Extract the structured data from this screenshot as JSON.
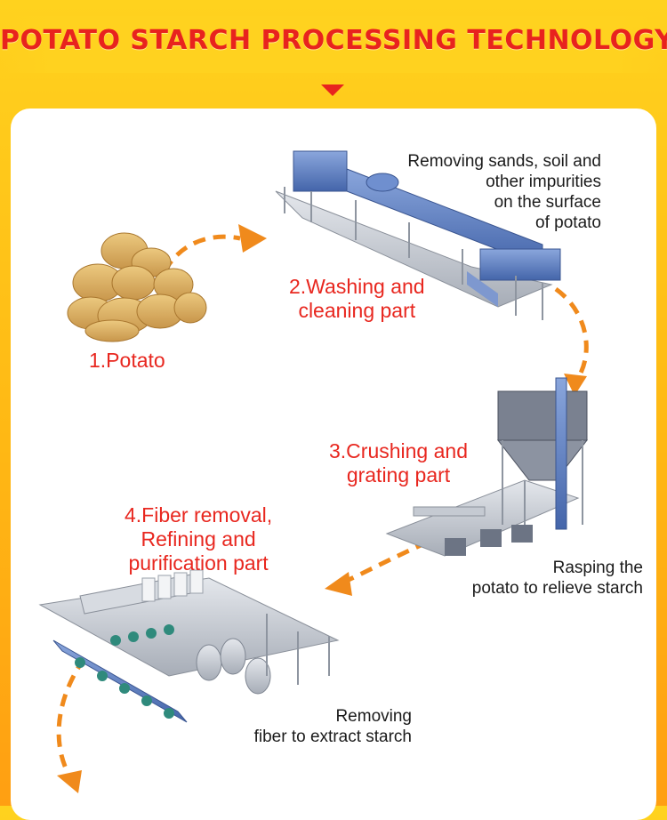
{
  "title": "POTATO STARCH PROCESSING TECHNOLOGY",
  "colors": {
    "accent": "#e8231e",
    "arrow": "#f08a1c",
    "steel_blue": "#5b7fc6",
    "potato": "#d6a85a"
  },
  "steps": [
    {
      "label": "1.Potato",
      "description": "",
      "image": "potato-pile"
    },
    {
      "label": "2.Washing and\ncleaning part",
      "description": "Removing sands, soil and\nother impurities\non the surface\nof potato",
      "image": "washing-machine"
    },
    {
      "label": "3.Crushing and\ngrating part",
      "description": "Rasping the\npotato to relieve starch",
      "image": "crushing-equipment"
    },
    {
      "label": "4.Fiber removal,\nRefining and\npurification part",
      "description": "Removing\nfiber to extract starch",
      "image": "fiber-removal-line"
    }
  ]
}
